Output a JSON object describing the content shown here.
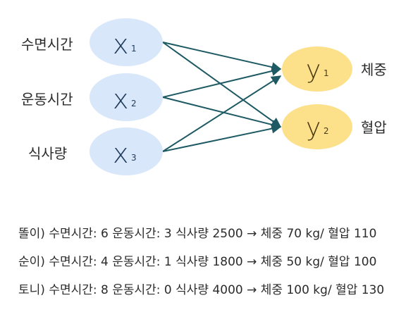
{
  "inputs": [
    {
      "label": "수면시간",
      "symbol": "x",
      "sub": "1"
    },
    {
      "label": "운동시간",
      "symbol": "x",
      "sub": "2"
    },
    {
      "label": "식사량",
      "symbol": "x",
      "sub": "3"
    }
  ],
  "outputs": [
    {
      "label": "체중",
      "symbol": "y",
      "sub": "1"
    },
    {
      "label": "혈압",
      "symbol": "y",
      "sub": "2"
    }
  ],
  "colors": {
    "input_node": "#d9e7fb",
    "output_node": "#fde08a",
    "arrow": "#1e5a63"
  },
  "examples": [
    "똘이) 수면시간: 6 운동시간: 3 식사량 2500 → 체중 70 kg/ 혈압 110",
    "순이) 수면시간: 4 운동시간: 1 식사량 1800 → 체중 50 kg/ 혈압 100",
    "토니) 수면시간: 8 운동시간: 0 식사량 4000 → 체중 100 kg/ 혈압 130"
  ]
}
